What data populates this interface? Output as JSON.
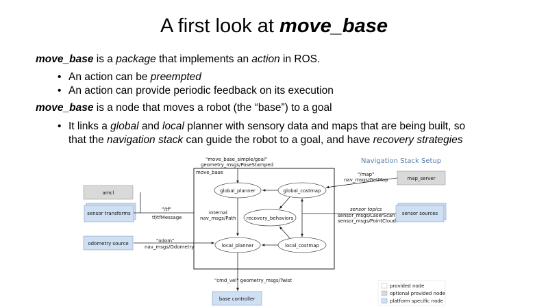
{
  "slide": {
    "title_pre": "A first look at ",
    "title_em": "move_base",
    "para1": {
      "em1": "move_base",
      "t1": " is a ",
      "em2": "package",
      "t2": " that implements an ",
      "em3": "action",
      "t3": " in ROS."
    },
    "bullet1": {
      "t1": "An action can be ",
      "em1": "preempted"
    },
    "bullet2": {
      "t1": "An action can provide periodic feedback on its execution"
    },
    "para2": {
      "em1": "move_base",
      "t1": " is a node that moves a robot (the “base”) to a goal"
    },
    "bullet3": {
      "l1_t1": "It links a ",
      "l1_em1": "global",
      "l1_t2": " and ",
      "l1_em2": "local",
      "l1_t3": " planner with sensory data and maps that are being built, so",
      "l2_t1": "that the ",
      "l2_em1": "navigation stack",
      "l2_t2": " can guide the robot to a goal, and have ",
      "l2_em2": "recovery strategies"
    }
  },
  "diagram": {
    "title": "Navigation Stack Setup",
    "container_label": "move_base",
    "nodes": {
      "global_planner": "global_planner",
      "global_costmap": "global_costmap",
      "recovery_behaviors": "recovery_behaviors",
      "local_planner": "local_planner",
      "local_costmap": "local_costmap",
      "amcl": "amcl",
      "sensor_transforms": "sensor transforms",
      "odometry_source": "odometry source",
      "map_server": "map_server",
      "sensor_sources": "sensor sources",
      "base_controller": "base controller"
    },
    "labels": {
      "goal_topic": "\"move_base_simple/goal\"",
      "goal_type": "geometry_msgs/PoseStamped",
      "tf_topic": "\"/tf\"",
      "tf_type": "tf/tfMessage",
      "internal": "internal",
      "path_type": "nav_msgs/Path",
      "odom_topic": "\"odom\"",
      "odom_type": "nav_msgs/Odometry",
      "map_topic": "\"/map\"",
      "map_type": "nav_msgs/GetMap",
      "sensor_topics": "sensor topics",
      "laser_type": "sensor_msgs/LaserScan",
      "cloud_type": "sensor_msgs/PointCloud",
      "cmd_vel": "\"cmd_vel\" geometry_msgs/Twist"
    },
    "legend": {
      "provided": "provided node",
      "optional": "optional provided node",
      "platform": "platform specific node"
    },
    "colors": {
      "optional_fill": "#d9d9d9",
      "platform_fill": "#cfe0f3",
      "platform_stroke": "#7f9fc2",
      "title_color": "#5a7ea8"
    }
  }
}
